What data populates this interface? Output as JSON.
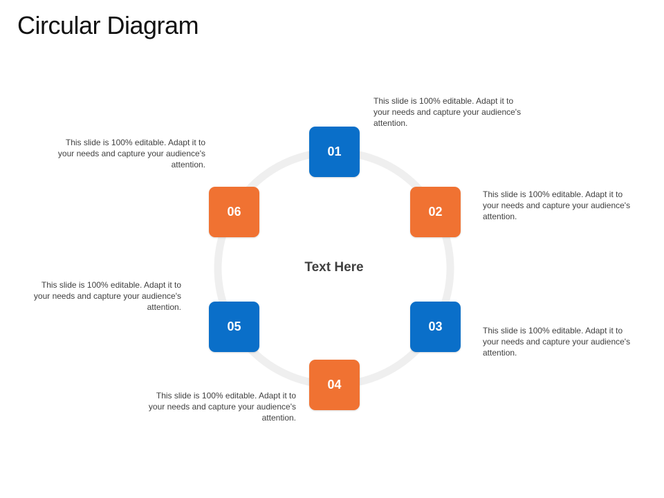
{
  "title": "Circular Diagram",
  "center_text": "Text Here",
  "colors": {
    "blue": "#0a6fc9",
    "orange": "#f07232",
    "ring": "#efefef"
  },
  "nodes": [
    {
      "label": "01",
      "color": "blue",
      "text": "This slide is 100% editable. Adapt it to your needs and capture your audience's attention."
    },
    {
      "label": "02",
      "color": "orange",
      "text": "This slide is 100% editable. Adapt it to your needs and capture your audience's attention."
    },
    {
      "label": "03",
      "color": "blue",
      "text": "This slide is 100% editable. Adapt it to your needs and capture your audience's attention."
    },
    {
      "label": "04",
      "color": "orange",
      "text": "This slide is 100% editable. Adapt it to your needs and capture your audience's attention."
    },
    {
      "label": "05",
      "color": "blue",
      "text": "This slide is 100% editable. Adapt it to your needs and capture your audience's attention."
    },
    {
      "label": "06",
      "color": "orange",
      "text": "This slide is 100% editable. Adapt it to your needs and capture your audience's attention."
    }
  ]
}
